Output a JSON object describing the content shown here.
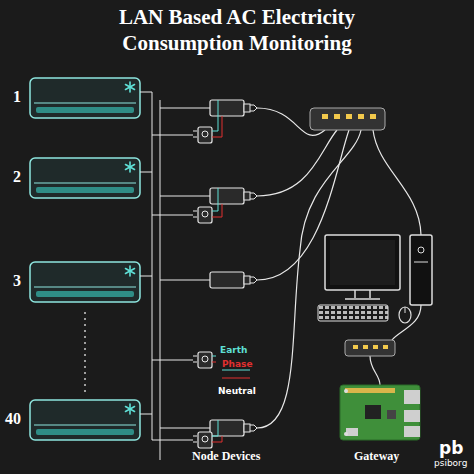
{
  "diagram": {
    "title": "LAN Based AC Electricity Consumption Monitoring",
    "nodes": [
      {
        "text": [
          "1"
        ]
      },
      {
        "text": [
          "2"
        ]
      },
      {
        "text": [
          "3"
        ]
      },
      {
        "text": [
          "40"
        ]
      },
      {
        "text": [
          "Node Devices"
        ]
      },
      {
        "text": [
          "Gateway"
        ]
      }
    ],
    "labels": [
      "Earth",
      "Phase",
      "Neutral",
      "pb",
      "psiborg"
    ]
  }
}
